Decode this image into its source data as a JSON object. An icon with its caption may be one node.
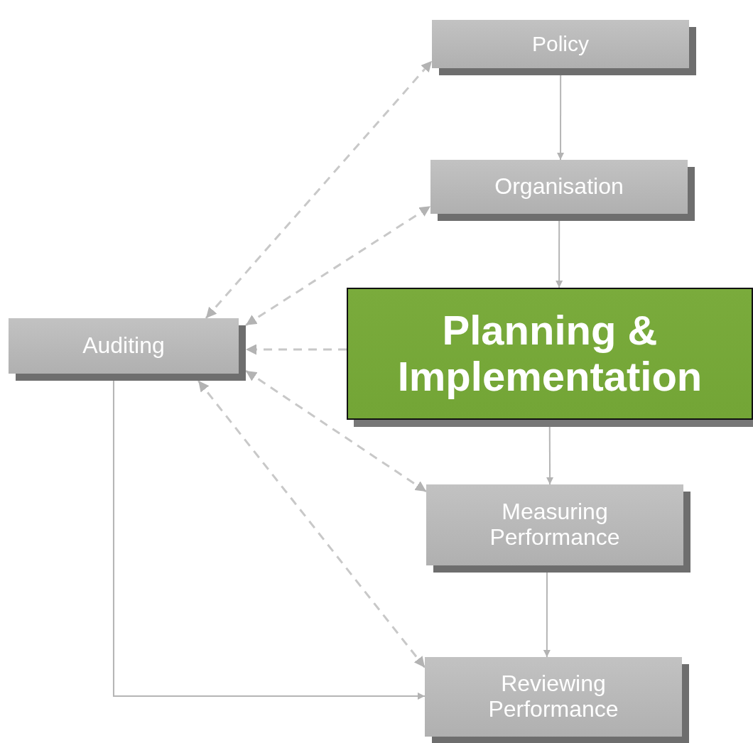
{
  "diagram": {
    "nodes": [
      {
        "text": [
          "Policy"
        ]
      },
      {
        "text": [
          "Organisation"
        ]
      },
      {
        "text": [
          "Planning & Implementation"
        ]
      },
      {
        "text": [
          "Auditing"
        ]
      },
      {
        "text": [
          "Measuring Performance"
        ]
      },
      {
        "text": [
          "Reviewing Performance"
        ]
      }
    ],
    "edges": [
      {
        "from": 0,
        "to": 1,
        "arrow": "to"
      },
      {
        "from": 1,
        "to": 2,
        "arrow": "to"
      },
      {
        "from": 2,
        "to": 4,
        "arrow": "to"
      },
      {
        "from": 4,
        "to": 5,
        "arrow": "to"
      },
      {
        "from": 3,
        "to": 0,
        "arrow": "both",
        "style": "dashed"
      },
      {
        "from": 3,
        "to": 1,
        "arrow": "both",
        "style": "dashed"
      },
      {
        "from": 2,
        "to": 3,
        "arrow": "to",
        "style": "dashed"
      },
      {
        "from": 3,
        "to": 4,
        "arrow": "both",
        "style": "dashed"
      },
      {
        "from": 3,
        "to": 5,
        "arrow": "both",
        "style": "dashed"
      },
      {
        "from": 3,
        "to": 5,
        "arrow": "to"
      }
    ]
  }
}
